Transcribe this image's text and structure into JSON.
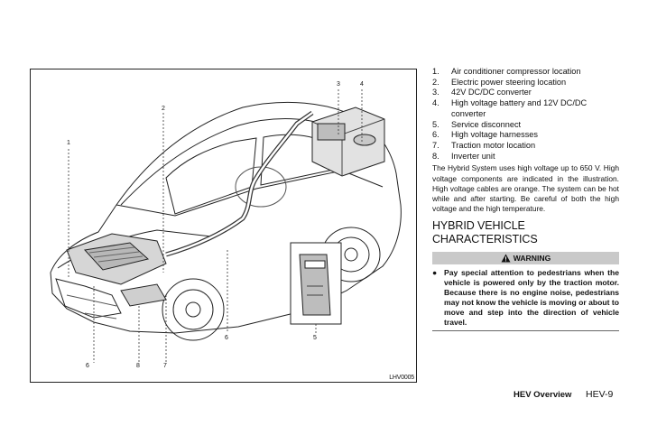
{
  "figure": {
    "callouts": [
      "1",
      "2",
      "3",
      "4",
      "5",
      "6",
      "6",
      "7",
      "8"
    ],
    "code": "LHV0005"
  },
  "legend": [
    {
      "num": "1.",
      "text": "Air conditioner compressor location"
    },
    {
      "num": "2.",
      "text": "Electric power steering location"
    },
    {
      "num": "3.",
      "text": "42V DC/DC converter"
    },
    {
      "num": "4.",
      "text": "High voltage battery and 12V DC/DC converter"
    },
    {
      "num": "5.",
      "text": "Service disconnect"
    },
    {
      "num": "6.",
      "text": "High voltage harnesses"
    },
    {
      "num": "7.",
      "text": "Traction motor location"
    },
    {
      "num": "8.",
      "text": "Inverter unit"
    }
  ],
  "paragraph": "The Hybrid System uses high voltage up to 650 V. High voltage components are indicated in the illustration. High voltage cables are orange. The system can be hot while and after starting. Be careful of both the high voltage and the high temperature.",
  "section_title": "HYBRID VEHICLE CHARACTERISTICS",
  "warning": {
    "label": "WARNING",
    "bullet": "●",
    "text": "Pay special attention to pedestrians when the vehicle is powered only by the traction motor. Because there is no engine noise, pedestrians may not know the vehicle is moving or about to move and step into the direction of vehicle travel."
  },
  "footer": {
    "title": "HEV Overview",
    "page": "HEV-9"
  }
}
